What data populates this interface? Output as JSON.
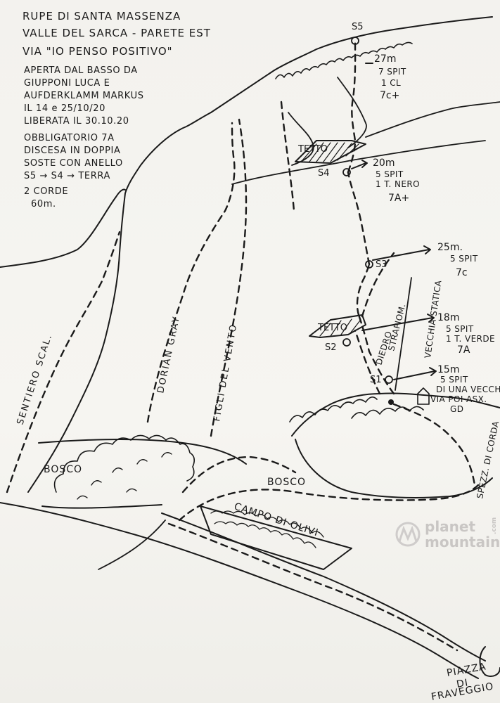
{
  "header": {
    "line1": "RUPE DI SANTA MASSENZA",
    "line2": "VALLE DEL SARCA - PARETE EST",
    "line3": "VIA \"IO PENSO POSITIVO\""
  },
  "info": {
    "lines": [
      "APERTA DAL BASSO DA",
      "GIUPPONI LUCA E",
      "AUFDERKLAMM MARKUS",
      "IL 14 e 25/10/20",
      "LIBERATA IL 30.10.20"
    ],
    "notes": [
      "OBBLIGATORIO 7A",
      "DISCESA IN DOPPIA",
      "SOSTE CON ANELLO",
      "S5 → S4 → TERRA",
      "2 CORDE",
      "60m."
    ]
  },
  "stations": {
    "s5": "S5",
    "s4": "S4",
    "s3": "S3",
    "s2": "S2",
    "s1": "S1"
  },
  "pitches": [
    {
      "length": "27m",
      "gear": [
        "7 SPIT",
        "1 CL"
      ],
      "grade": "7c+"
    },
    {
      "length": "20m",
      "gear": [
        "5 SPIT",
        "1 T. NERO"
      ],
      "grade": "7A+"
    },
    {
      "length": "25m.",
      "gear": [
        "5 SPIT"
      ],
      "grade": "7c"
    },
    {
      "length": "18m",
      "gear": [
        "5 SPIT",
        "1 T. VERDE"
      ],
      "grade": "7A"
    },
    {
      "length": "15m",
      "gear": [
        "5 SPIT",
        "DI UNA VECCHIA",
        "VIA POI ASX.",
        "GD"
      ],
      "grade": ""
    }
  ],
  "features": {
    "roof_upper": "TETTO",
    "roof_lower": "TETTO",
    "diedro": "DIEDRO",
    "strapiomb": "STRAPIOM.",
    "vecchia_statica": "VECCHIA STATICA"
  },
  "routes": {
    "sentiero": "SENTIERO SCAL.",
    "dorian": "DORIAN GRAY",
    "figli": "FIGLI DEL VENTO"
  },
  "terrain": {
    "bosco_left": "BOSCO",
    "bosco_mid": "BOSCO",
    "campo": "CAMPO DI OLIVI",
    "spezzone": "SPEZZ. DI CORDA",
    "piazza_line1": "PIAZZA",
    "piazza_line2": "DI",
    "piazza_line3": "FRAVEGGIO"
  },
  "watermark": {
    "line1": "planet",
    "line2": "mountain",
    "suffix": ".com"
  }
}
